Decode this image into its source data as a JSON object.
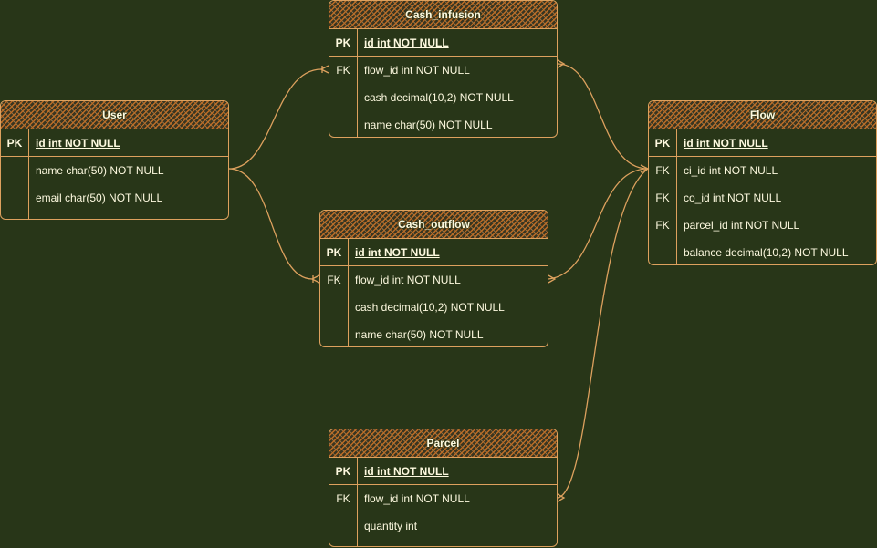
{
  "colors": {
    "background": "#283618",
    "stroke": "#dda15e",
    "hatch": "#bc6c25",
    "text": "#fefae0"
  },
  "entities": {
    "user": {
      "title": "User",
      "rows": [
        {
          "key": "PK",
          "field": "id int NOT NULL"
        },
        {
          "key": "",
          "field": "name char(50) NOT NULL"
        },
        {
          "key": "",
          "field": "email char(50) NOT NULL"
        }
      ]
    },
    "cash_infusion": {
      "title": "Cash_infusion",
      "rows": [
        {
          "key": "PK",
          "field": "id int NOT NULL"
        },
        {
          "key": "FK",
          "field": "flow_id int NOT NULL"
        },
        {
          "key": "",
          "field": "cash decimal(10,2) NOT NULL"
        },
        {
          "key": "",
          "field": "name char(50) NOT NULL"
        }
      ]
    },
    "cash_outflow": {
      "title": "Cash_outflow",
      "rows": [
        {
          "key": "PK",
          "field": "id int NOT NULL"
        },
        {
          "key": "FK",
          "field": "flow_id int NOT NULL"
        },
        {
          "key": "",
          "field": "cash decimal(10,2) NOT NULL"
        },
        {
          "key": "",
          "field": "name char(50) NOT NULL"
        }
      ]
    },
    "flow": {
      "title": "Flow",
      "rows": [
        {
          "key": "PK",
          "field": "id int NOT NULL"
        },
        {
          "key": "FK",
          "field": "ci_id int NOT NULL"
        },
        {
          "key": "FK",
          "field": "co_id int NOT NULL"
        },
        {
          "key": "FK",
          "field": "parcel_id int NOT NULL"
        },
        {
          "key": "",
          "field": "balance decimal(10,2) NOT NULL"
        }
      ]
    },
    "parcel": {
      "title": "Parcel",
      "rows": [
        {
          "key": "PK",
          "field": "id int NOT NULL"
        },
        {
          "key": "FK",
          "field": "flow_id int NOT NULL"
        },
        {
          "key": "",
          "field": "quantity int"
        }
      ]
    }
  }
}
